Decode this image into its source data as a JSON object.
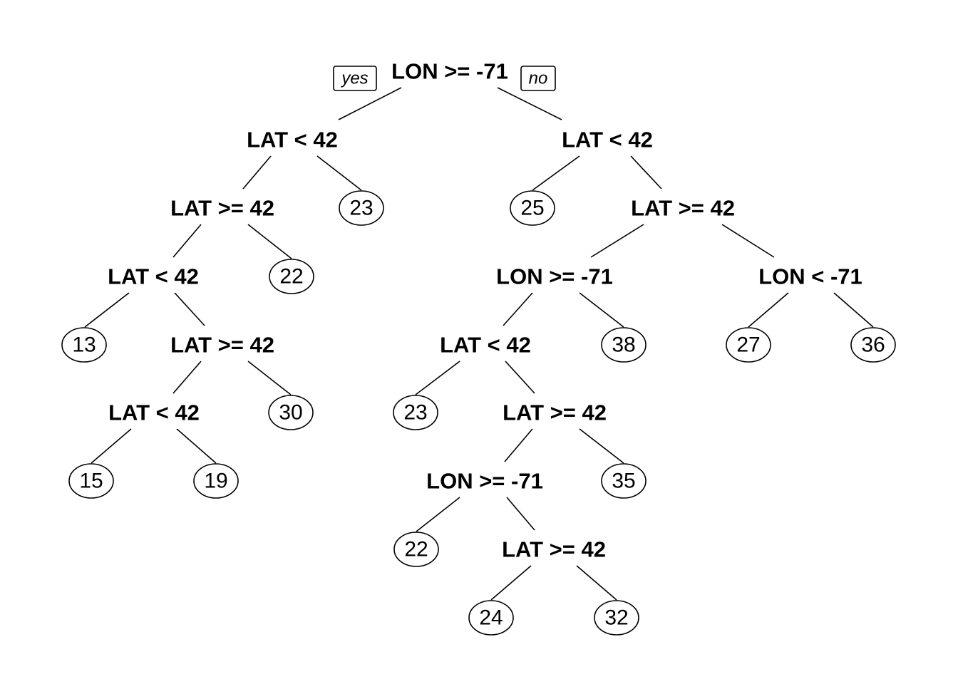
{
  "tree": {
    "yes_label": "yes",
    "no_label": "no",
    "nodes": {
      "root": {
        "label": "LON >= -71"
      },
      "n2": {
        "label": "LAT < 42"
      },
      "n3": {
        "label": "LAT < 42"
      },
      "n4": {
        "label": "LAT >= 42"
      },
      "l5": {
        "label": "23"
      },
      "l6": {
        "label": "25"
      },
      "n7": {
        "label": "LAT >= 42"
      },
      "n8": {
        "label": "LAT < 42"
      },
      "l9": {
        "label": "22"
      },
      "n14": {
        "label": "LON >= -71"
      },
      "n15": {
        "label": "LON < -71"
      },
      "l16": {
        "label": "13"
      },
      "n17": {
        "label": "LAT >= 42"
      },
      "n28": {
        "label": "LAT < 42"
      },
      "l29": {
        "label": "38"
      },
      "l30": {
        "label": "27"
      },
      "l31": {
        "label": "36"
      },
      "n34": {
        "label": "LAT < 42"
      },
      "l35": {
        "label": "30"
      },
      "l56": {
        "label": "23"
      },
      "n57": {
        "label": "LAT >= 42"
      },
      "l68": {
        "label": "15"
      },
      "l69": {
        "label": "19"
      },
      "n114": {
        "label": "LON >= -71"
      },
      "l115": {
        "label": "35"
      },
      "l228": {
        "label": "22"
      },
      "n229": {
        "label": "LAT >= 42"
      },
      "l458": {
        "label": "24"
      },
      "l459": {
        "label": "32"
      }
    }
  }
}
